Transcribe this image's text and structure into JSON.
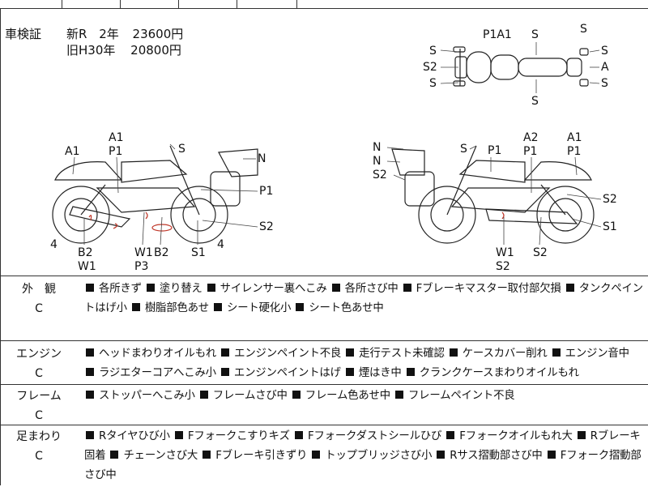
{
  "shaken": {
    "label": "車検証",
    "rows": [
      {
        "kind": "新R",
        "years": "2年",
        "price": "23600円"
      },
      {
        "kind": "旧H30年",
        "years": "",
        "price": "20800円"
      }
    ]
  },
  "diagram": {
    "top_view": [
      "P1A1",
      "S",
      "S",
      "S2",
      "S",
      "S",
      "S",
      "A",
      "S",
      "S"
    ],
    "left_side": [
      "A1",
      "A1",
      "P1",
      "S",
      "N",
      "P1",
      "S2",
      "4",
      "B2",
      "W1",
      "W1",
      "P3",
      "B2",
      "S1",
      "4"
    ],
    "right_side": [
      "N",
      "N",
      "S2",
      "S",
      "P1",
      "A2",
      "P1",
      "A1",
      "P1",
      "S2",
      "S1",
      "W1",
      "S2",
      "S2"
    ]
  },
  "conditions": [
    {
      "category": "外　観",
      "grade": "C",
      "items": [
        "各所きず",
        "塗り替え",
        "サイレンサー裏へこみ",
        "各所さび中",
        "Fブレーキマスター取付部欠損",
        "タンクペイントはげ小",
        "樹脂部色あせ",
        "シート硬化小",
        "シート色あせ中"
      ]
    },
    {
      "category": "エンジン",
      "grade": "C",
      "items": [
        "ヘッドまわりオイルもれ",
        "エンジンペイント不良",
        "走行テスト未確認",
        "ケースカバー削れ",
        "エンジン音中",
        "ラジエターコアへこみ小",
        "エンジンペイントはげ",
        "煙はき中",
        "クランクケースまわりオイルもれ"
      ]
    },
    {
      "category": "フレーム",
      "grade": "C",
      "items": [
        "ストッパーへこみ小",
        "フレームさび中",
        "フレーム色あせ中",
        "フレームペイント不良"
      ]
    },
    {
      "category": "足まわり",
      "grade": "C",
      "items": [
        "Rタイヤひび小",
        "Fフォークこすりキズ",
        "Fフォークダストシールひび",
        "Fフォークオイルもれ大",
        "Rブレーキ固着",
        "チェーンさび大",
        "Fブレーキ引きずり",
        "トップブリッジさび小",
        "Rサス摺動部さび中",
        "Fフォーク摺動部さび中"
      ]
    }
  ]
}
